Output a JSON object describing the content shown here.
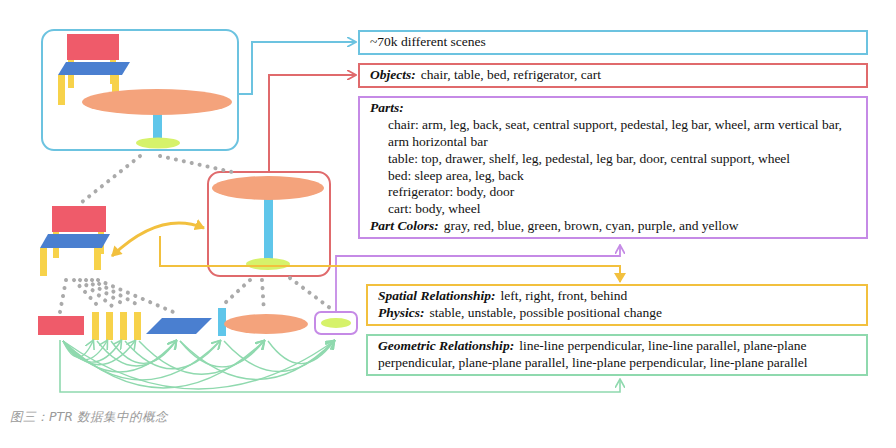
{
  "diagram": {
    "caption": "图三：PTR 数据集中的概念",
    "nodes": [
      {
        "text": [
          "~70k different scenes"
        ]
      },
      {
        "text": [
          "Objects:",
          "chair, table, bed, refrigerator, cart"
        ]
      },
      {
        "text": [
          "Parts:",
          "chair: arm, leg, back, seat, central support, pedestal, leg bar, wheel, arm vertical bar, arm horizontal bar",
          "table: top, drawer, shelf, leg, pedestal, leg bar, door, central support, wheel",
          "bed: sleep area, leg, back",
          "refrigerator: body, door",
          "cart: body, wheel",
          "Part Colors:",
          "gray, red, blue, green, brown, cyan, purple, and yellow"
        ]
      },
      {
        "text": [
          "Spatial Relationship:",
          "left, right, front, behind",
          "Physics:",
          "stable, unstable, possible positional change"
        ]
      },
      {
        "text": [
          "Geometric Relationship:",
          "line-line perpendicular, line-line parallel, plane-plane perpendicular, plane-plane parallel, line-plane perpendicular, line-plane parallel"
        ]
      }
    ]
  }
}
